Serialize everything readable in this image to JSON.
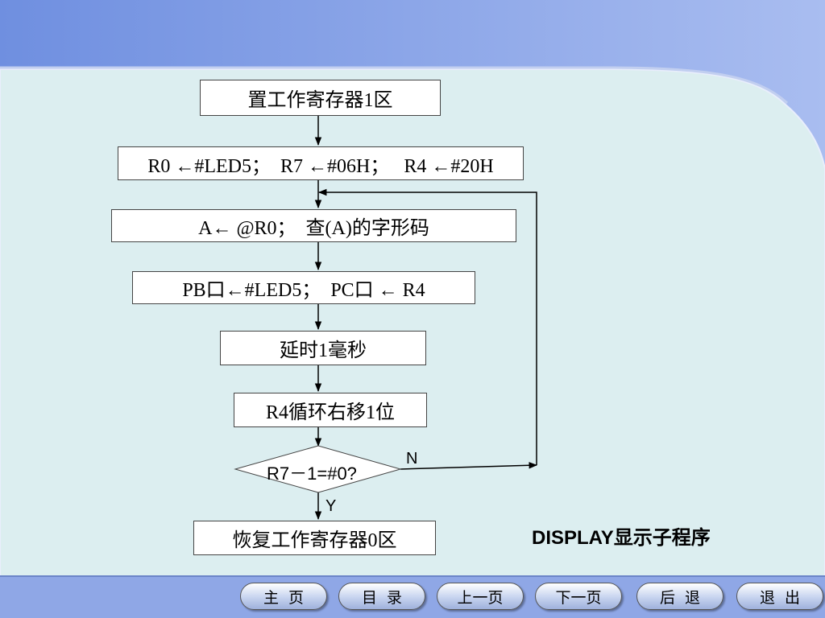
{
  "colors": {
    "header": "#8fa7e6",
    "panel": "#dceef0",
    "box_fill": "#ffffff",
    "box_border": "#444444",
    "bottom_band": "#8fa7e6"
  },
  "flowchart": {
    "steps": [
      {
        "id": "select-bank1",
        "text": "置工作寄存器1区"
      },
      {
        "id": "init-regs",
        "text": "R0 ←#LED5；  R7 ←#06H；   R4 ←#20H"
      },
      {
        "id": "lookup-code",
        "text": "A← @R0；  查(A)的字形码"
      },
      {
        "id": "output-ports",
        "text": "PB口←#LED5；  PC口 ← R4"
      },
      {
        "id": "delay",
        "text": "延时1毫秒"
      },
      {
        "id": "rotate",
        "text": "R4循环右移1位"
      }
    ],
    "decision": {
      "text": "R7－1=#0?",
      "no_label": "N",
      "yes_label": "Y"
    },
    "end": {
      "text": "恢复工作寄存器0区"
    }
  },
  "caption": "DISPLAY显示子程序",
  "nav": {
    "home": "主  页",
    "contents": "目  录",
    "prev": "上一页",
    "next": "下一页",
    "back": "后  退",
    "exit": "退  出"
  }
}
